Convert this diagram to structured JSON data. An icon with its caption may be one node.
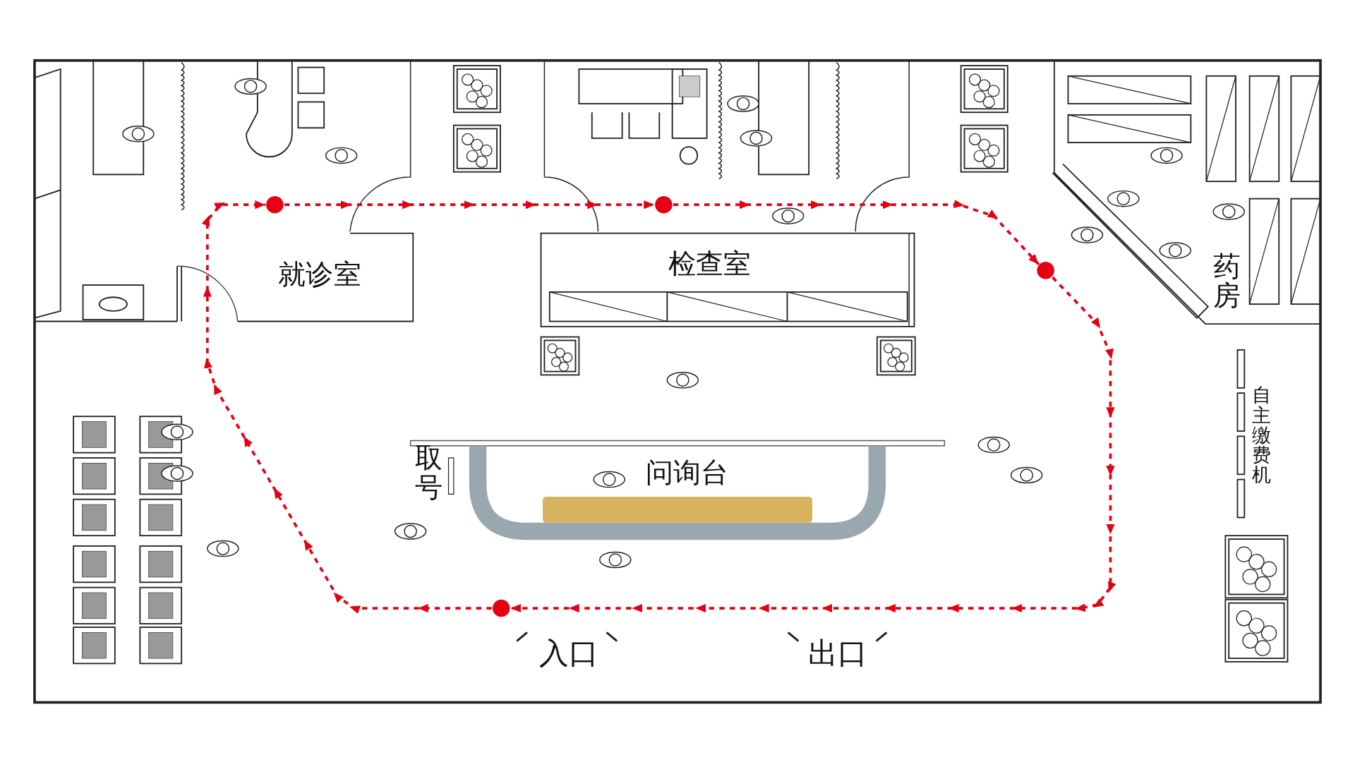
{
  "diagram": {
    "nodes": [
      {
        "text": [],
        "shape": "circle"
      },
      {
        "text": [],
        "shape": "circle"
      },
      {
        "text": [],
        "shape": "circle"
      },
      {
        "text": [],
        "shape": "circle"
      }
    ],
    "edges": [
      {
        "from": 0,
        "to": 1,
        "arrow": "to",
        "style": "dashed"
      },
      {
        "from": 1,
        "to": 2,
        "arrow": "to",
        "style": "dashed"
      },
      {
        "from": 2,
        "to": 3,
        "arrow": "to",
        "style": "dashed"
      },
      {
        "from": 3,
        "to": 0,
        "arrow": "to",
        "style": "dashed"
      }
    ],
    "labels": [
      "就诊室",
      "检查室",
      "药房",
      "自主缴费机",
      "取号",
      "问询台",
      "入口",
      "出口"
    ]
  }
}
